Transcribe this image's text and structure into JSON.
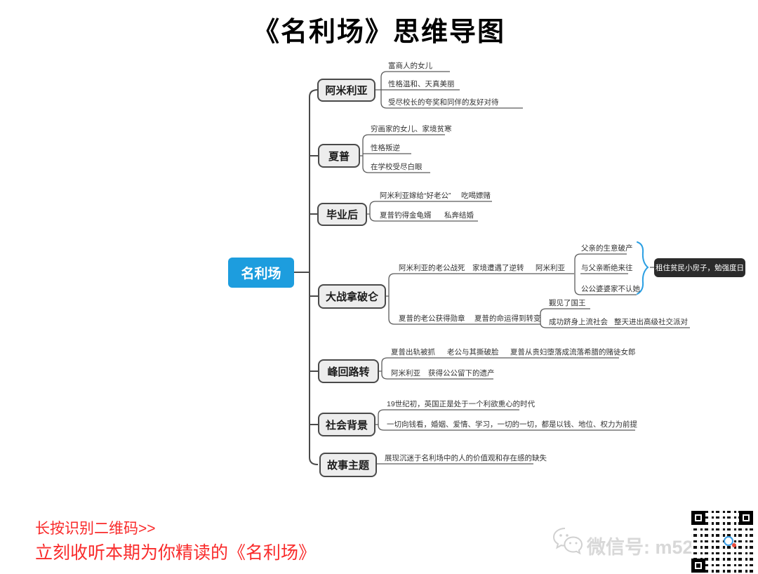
{
  "title": "《名利场》思维导图",
  "center": "名利场",
  "branches": [
    {
      "label": "阿米利亚",
      "items": [
        "富商人的女儿",
        "性格温和、天真美丽",
        "受尽校长的夸奖和同伴的友好对待"
      ]
    },
    {
      "label": "夏普",
      "items": [
        "穷画家的女儿、家境贫寒",
        "性格叛逆",
        "在学校受尽白眼"
      ]
    },
    {
      "label": "毕业后",
      "items": [
        "阿米利亚嫁给“好老公”",
        "吃喝嫖赌",
        "夏普钓得金龟婿",
        "私奔结婚"
      ]
    },
    {
      "label": "大战拿破仑",
      "items": [
        "阿米利亚的老公战死",
        "家境遭遇了逆转",
        "阿米利亚",
        "父亲的生意破产",
        "与父亲断绝来往",
        "公公婆婆家不认她",
        "租住贫民小房子，勉强度日",
        "夏普的老公获得勋章",
        "夏普的命运得到转变",
        "觐见了国王",
        "成功跻身上流社会",
        "整天进出高级社交派对"
      ]
    },
    {
      "label": "峰回路转",
      "items": [
        "夏普出轨被抓",
        "老公与其撕破脸",
        "夏普从贵妇堕落成流落希腊的赌徒女郎",
        "阿米利亚",
        "获得公公留下的遗产"
      ]
    },
    {
      "label": "社会背景",
      "items": [
        "19世纪初，英国正是处于一个利欲熏心的时代",
        "一切向钱看，婚姻、爱情、学习，一切的一切，都是以钱、地位、权力为前提"
      ]
    },
    {
      "label": "故事主题",
      "items": [
        "展现沉迷于名利场中的人的价值观和存在感的缺失"
      ]
    }
  ],
  "footer": {
    "cta_line1": "长按识别二维码>>",
    "cta_line2": "立刻收听本期为你精读的《名利场》",
    "wechat_label": "微信号: m5218871"
  },
  "colors": {
    "center_blue": "#1d9dde",
    "brace_blue": "#2b9fe3",
    "highlight_dark": "#2b2b2b",
    "cta_red": "#f92b2b",
    "wechat_gray": "#d8d8d8"
  }
}
